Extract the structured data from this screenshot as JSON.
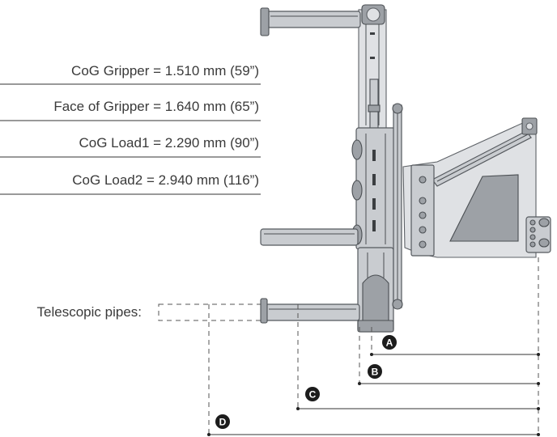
{
  "labels": {
    "cog_gripper": "CoG Gripper  = 1.510 mm (59”)",
    "face_gripper": "Face of Gripper = 1.640 mm (65”)",
    "cog_load1": "CoG Load1 = 2.290 mm (90”)",
    "cog_load2": "CoG Load2 = 2.940 mm (116”)",
    "telescopic": "Telescopic pipes:"
  },
  "markers": {
    "a": "A",
    "b": "B",
    "c": "C",
    "d": "D"
  },
  "colors": {
    "metal": "#c9ccd0",
    "badge": "#1c1c1c",
    "text": "#3a3a3a"
  }
}
